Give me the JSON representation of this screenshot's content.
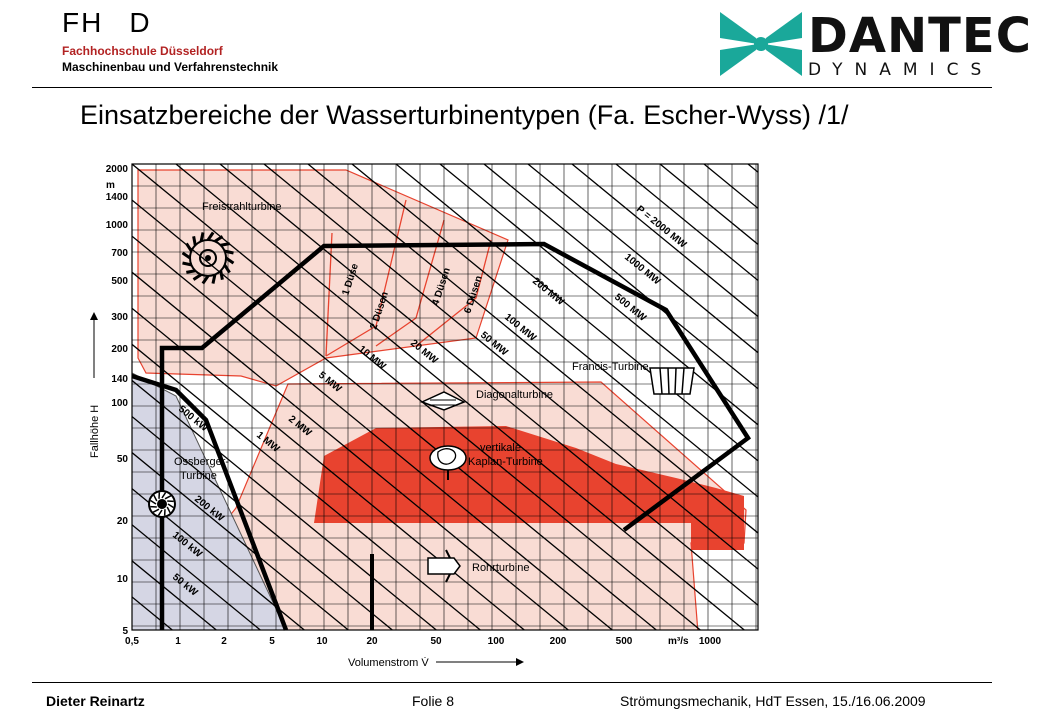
{
  "header": {
    "brand_left": "FH",
    "brand_right": "D",
    "school": "Fachhochschule Düsseldorf",
    "department": "Maschinenbau und Verfahrenstechnik",
    "logo_name": "DANTEC",
    "logo_sub": "DYNAMICS",
    "logo_color": "#1aa89a"
  },
  "title": "Einsatzbereiche der Wasserturbinentypen (Fa. Escher-Wyss) /1/",
  "diagram": {
    "y_axis_label": "Fallhöhe H",
    "x_axis_label": "Volumenstrom V̇",
    "y_unit": "m",
    "x_unit": "m³/s",
    "y_ticks": [
      "2000",
      "1400",
      "1000",
      "700",
      "500",
      "300",
      "200",
      "140",
      "100",
      "50",
      "20",
      "10",
      "5"
    ],
    "x_ticks": [
      "0,5",
      "1",
      "2",
      "5",
      "10",
      "20",
      "50",
      "100",
      "200",
      "500",
      "1000"
    ],
    "turbines": [
      "Freistrahlturbine",
      "Francis-Turbine",
      "Diagonalturbine",
      "vertikale",
      "Kaplan-Turbine",
      "Rohrturbine",
      "Ossberger-",
      "Turbine"
    ],
    "nozzles": [
      "1 Düse",
      "2 Düsen",
      "4 Düsen",
      "6 Düsen"
    ],
    "power_lines": [
      "P = 2000 MW",
      "1000 MW",
      "500 MW",
      "200 MW",
      "100 MW",
      "50 MW",
      "20 MW",
      "10 MW",
      "5 MW",
      "2 MW",
      "1 MW",
      "500 kW",
      "200 kW",
      "100 kW",
      "50 kW"
    ],
    "colors": {
      "red": "#e8432f",
      "light_red": "#f9dcd4",
      "gray": "#d5d6e4"
    }
  },
  "footer": {
    "author": "Dieter Reinartz",
    "slide": "Folie 8",
    "event": "Strömungsmechanik, HdT Essen, 15./16.06.2009"
  }
}
